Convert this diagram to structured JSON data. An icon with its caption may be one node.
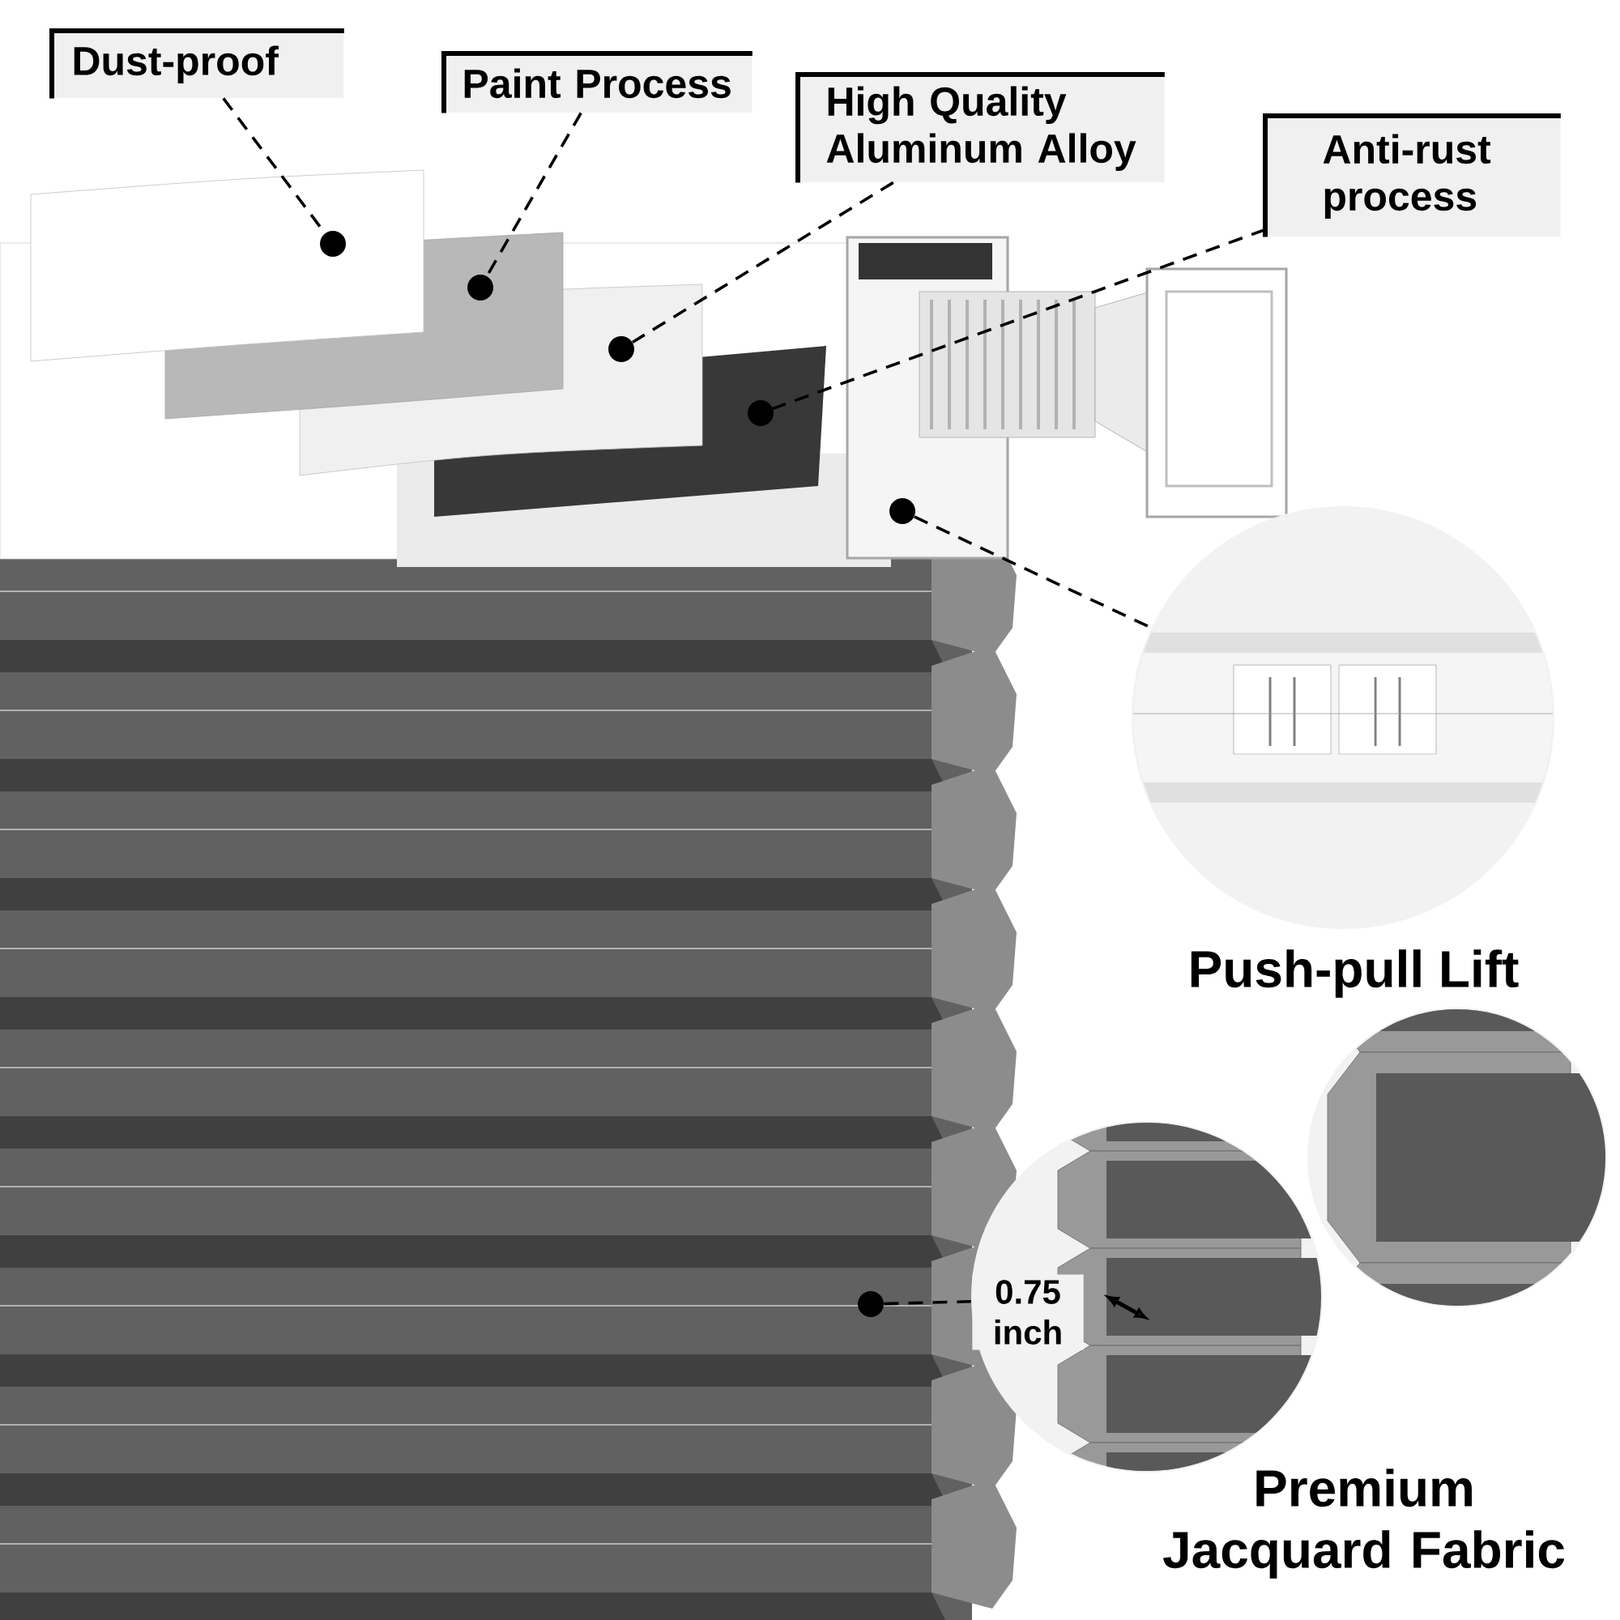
{
  "diagram": {
    "nodes": [
      {
        "text": [
          "Dust-proof"
        ]
      },
      {
        "text": [
          "Paint Process"
        ]
      },
      {
        "text": [
          "High Quality Aluminum Alloy"
        ]
      },
      {
        "text": [
          "Anti-rust process"
        ]
      },
      {
        "text": [],
        "shape": "circle"
      },
      {
        "text": [],
        "shape": "circle"
      },
      {
        "text": [],
        "shape": "circle"
      },
      {
        "text": [],
        "shape": "circle"
      },
      {
        "text": [],
        "shape": "circle"
      },
      {
        "text": [],
        "shape": "picture",
        "beside": [
          "Push-pull Lift"
        ]
      },
      {
        "text": [],
        "shape": "circle"
      },
      {
        "text": [],
        "shape": "picture",
        "beside": [
          "Premium Jacquard Fabric"
        ]
      },
      {
        "text": [],
        "shape": "picture"
      }
    ],
    "edges": [
      {
        "from": 0,
        "to": 4,
        "arrow": "none",
        "style": "dashed"
      },
      {
        "from": 1,
        "to": 5,
        "arrow": "none",
        "style": "dashed"
      },
      {
        "from": 2,
        "to": 6,
        "arrow": "none",
        "style": "dashed"
      },
      {
        "from": 3,
        "to": 7,
        "arrow": "none",
        "style": "dashed"
      },
      {
        "from": 8,
        "to": 9,
        "arrow": "none",
        "style": "dashed"
      },
      {
        "from": 10,
        "to": 11,
        "arrow": "none",
        "style": "dashed"
      }
    ],
    "labels": [
      "0.75 inch"
    ]
  }
}
